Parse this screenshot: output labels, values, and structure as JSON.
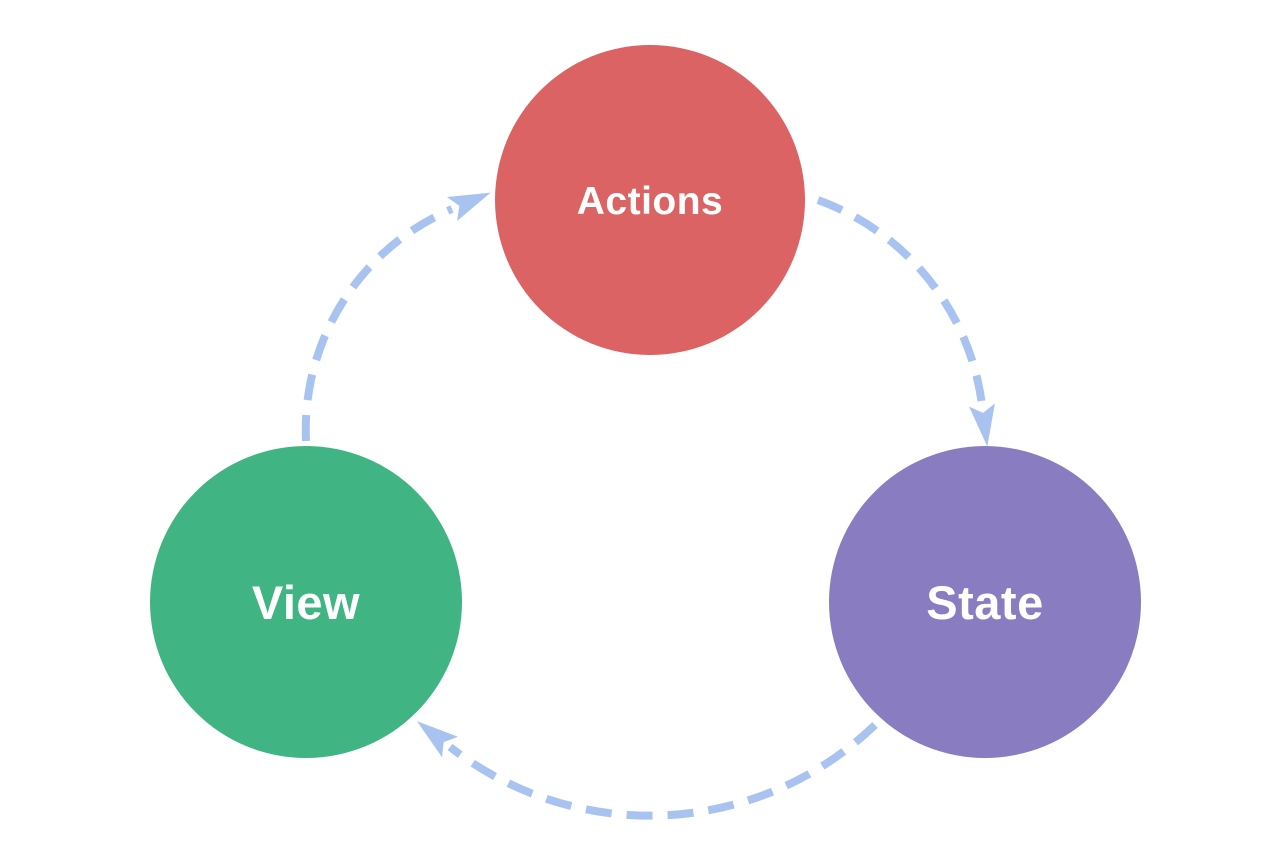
{
  "canvas": {
    "background": "#ffffff"
  },
  "nodes": [
    {
      "id": "actions",
      "label": "Actions",
      "color": "#db6363",
      "text_color": "#ffffff"
    },
    {
      "id": "state",
      "label": "State",
      "color": "#8a7cc0",
      "text_color": "#ffffff"
    },
    {
      "id": "view",
      "label": "View",
      "color": "#40b482",
      "text_color": "#ffffff"
    }
  ],
  "arrows": {
    "color": "#a9c3f1",
    "style": "dashed",
    "edges": [
      {
        "from": "view",
        "to": "actions"
      },
      {
        "from": "actions",
        "to": "state"
      },
      {
        "from": "state",
        "to": "view"
      }
    ]
  }
}
